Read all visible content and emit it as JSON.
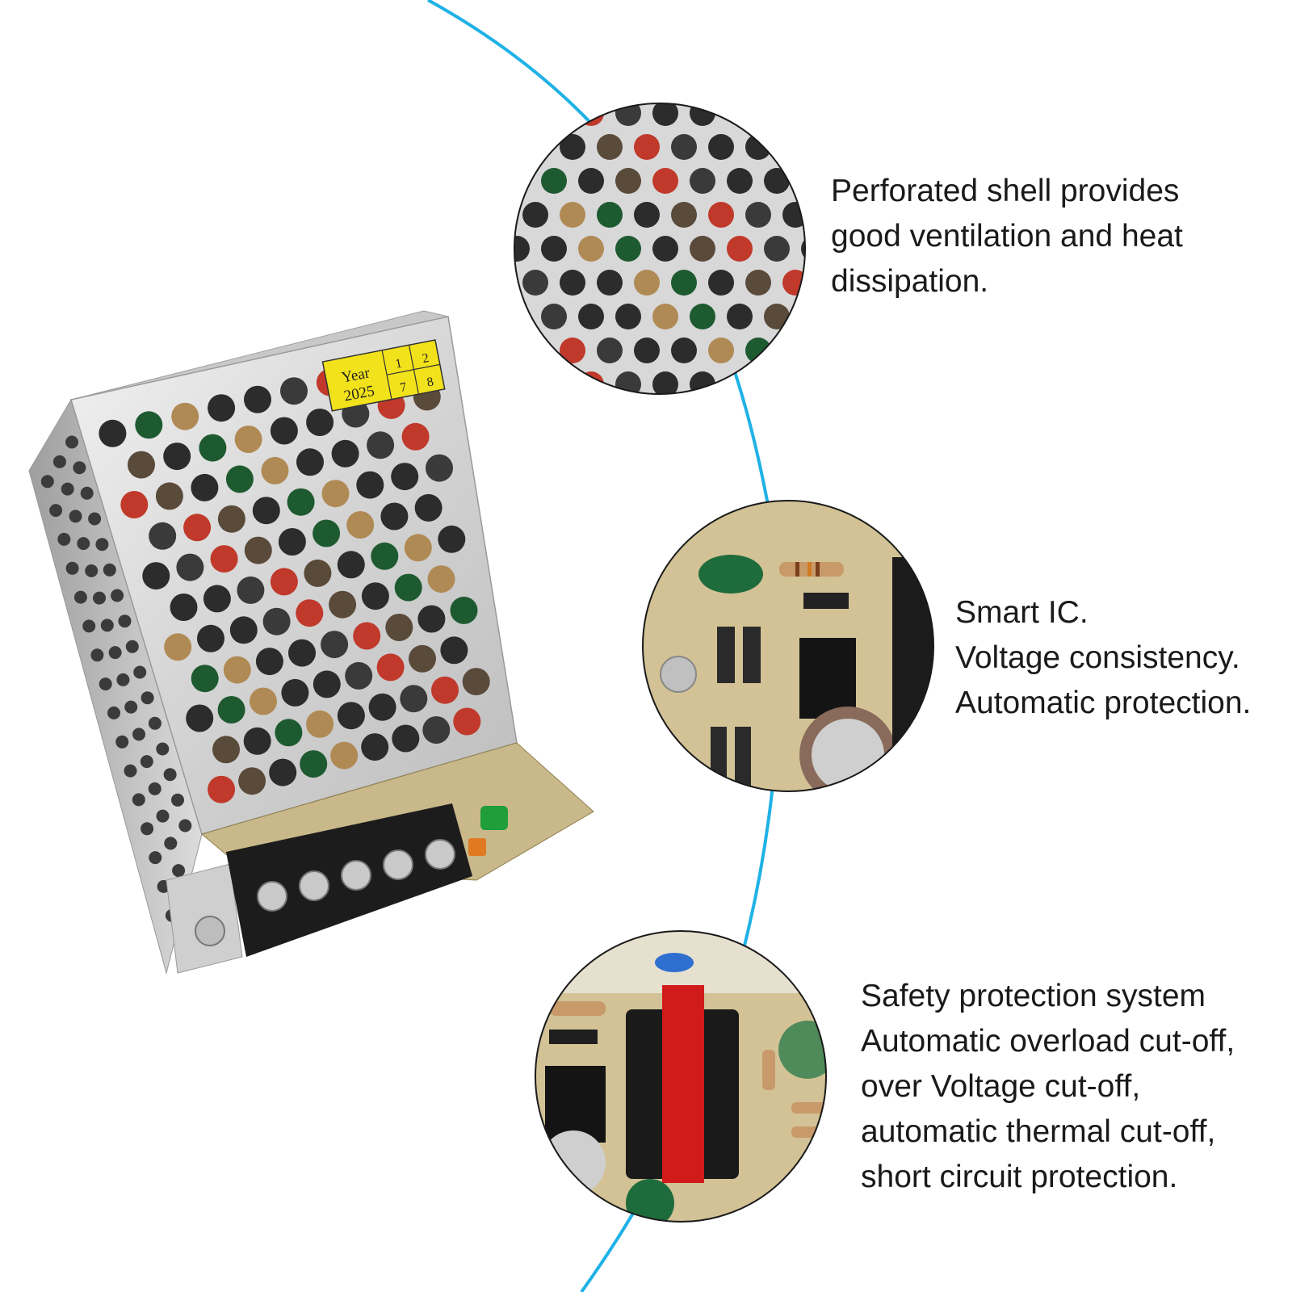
{
  "colors": {
    "accent_line": "#1fb2e6",
    "shell_metal": "#d9d9d9",
    "shell_hole": "#2c2c2c",
    "pcb": "#c9b98a",
    "label_yellow": "#f2e21b",
    "terminal_block": "#1c1c1c"
  },
  "label": {
    "year_word": "Year",
    "year_value": "2025",
    "cells": [
      "1",
      "2",
      "7",
      "8"
    ]
  },
  "features": [
    {
      "icon": "perforated-shell-closeup",
      "lines": [
        "Perforated shell provides",
        "good ventilation and heat",
        "dissipation."
      ]
    },
    {
      "icon": "smart-ic-closeup",
      "lines": [
        "Smart IC.",
        "Voltage consistency.",
        "Automatic protection."
      ]
    },
    {
      "icon": "safety-circuit-closeup",
      "lines": [
        "Safety protection system",
        "Automatic overload cut-off,",
        "over Voltage cut-off,",
        "automatic thermal cut-off,",
        "short circuit protection."
      ]
    }
  ]
}
